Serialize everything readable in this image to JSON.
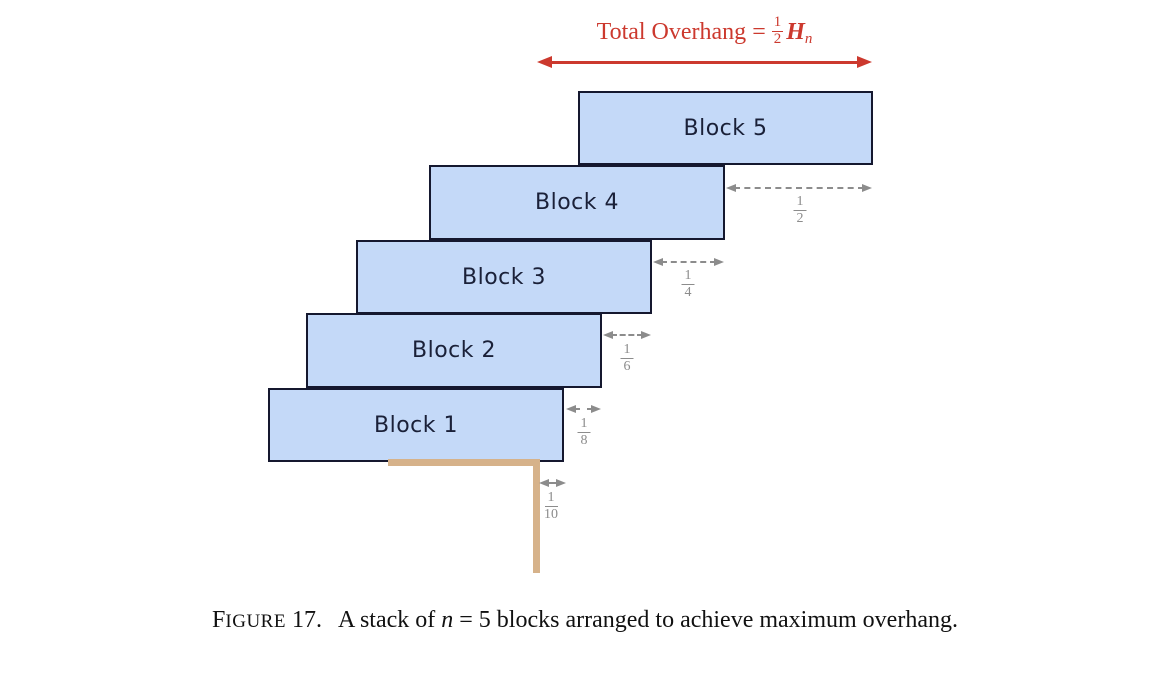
{
  "title_annotation": {
    "text": "Total Overhang",
    "equals": "=",
    "fraction": {
      "num": "1",
      "den": "2"
    },
    "variable": "H",
    "subscript": "n"
  },
  "blocks": [
    {
      "label": "Block 1"
    },
    {
      "label": "Block 2"
    },
    {
      "label": "Block 3"
    },
    {
      "label": "Block 4"
    },
    {
      "label": "Block 5"
    }
  ],
  "overhang_fractions": [
    {
      "num": "1",
      "den": "2"
    },
    {
      "num": "1",
      "den": "4"
    },
    {
      "num": "1",
      "den": "6"
    },
    {
      "num": "1",
      "den": "8"
    },
    {
      "num": "1",
      "den": "10"
    }
  ],
  "caption": {
    "figure_initial": "F",
    "figure_rest": "IGURE",
    "number": "17.",
    "body_before": "A stack of",
    "variable": "n",
    "body_after": "= 5 blocks arranged to achieve maximum overhang."
  },
  "colors": {
    "block_fill": "#c4d9f8",
    "block_border": "#15182f",
    "block_text": "#1a2038",
    "red_accent": "#cc392e",
    "gray_annotation": "#8c8c8c",
    "table_edge": "#d6b28a"
  }
}
